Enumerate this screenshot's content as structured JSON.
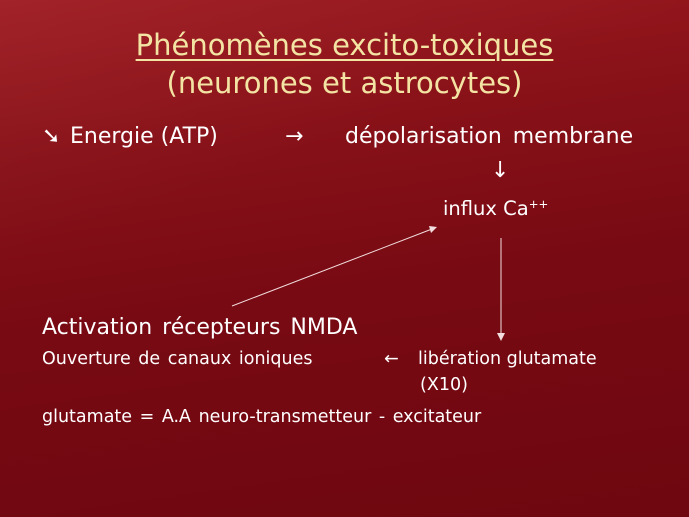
{
  "slide": {
    "title_line1": "Phénomènes excito-toxiques",
    "title_line2": "(neurones et astrocytes)",
    "row1": {
      "bullet": "➘",
      "energie": "Energie (ATP)",
      "arrow": "→",
      "depolarisation": "dépolarisation membrane"
    },
    "down_arrow": "↓",
    "influx": {
      "text": "influx Ca",
      "sup": "++"
    },
    "activation": "Activation récepteurs NMDA",
    "ouverture": "Ouverture de canaux ioniques",
    "left_arrow": "←",
    "liberation": "libération glutamate",
    "x10": "(X10)",
    "glutamate_def": "glutamate = A.A neuro-transmetteur - excitateur"
  },
  "colors": {
    "background": "#7c0c14",
    "title": "#f3e4a4",
    "text": "#ffffff"
  }
}
